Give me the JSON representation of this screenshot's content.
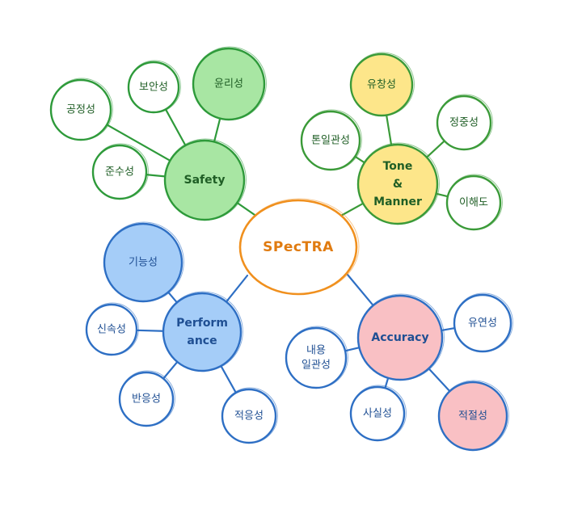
{
  "colors": {
    "green_stroke": "#2e9a3a",
    "green_fill": "#a8e6a3",
    "yellow_stroke": "#3a9a38",
    "yellow_fill": "#fde68a",
    "blue_stroke": "#2e6fc4",
    "blue_fill": "#a5cdf8",
    "pink_fill": "#f9c0c4",
    "orange": "#f0901e",
    "text_green": "#1f5e25",
    "text_blue": "#1f4f93",
    "text_orange": "#e07b10"
  },
  "center": {
    "label": "SPecTRA"
  },
  "groups": [
    {
      "id": "safety",
      "hub": {
        "lines": [
          "Safety"
        ]
      },
      "leaves": [
        {
          "id": "ethics",
          "lines": [
            "윤리성"
          ],
          "filled": true
        },
        {
          "id": "security",
          "lines": [
            "보안성"
          ],
          "filled": false
        },
        {
          "id": "fairness",
          "lines": [
            "공정성"
          ],
          "filled": false
        },
        {
          "id": "compliance",
          "lines": [
            "준수성"
          ],
          "filled": false
        }
      ]
    },
    {
      "id": "tone",
      "hub": {
        "lines": [
          "Tone",
          "&",
          "Manner"
        ]
      },
      "leaves": [
        {
          "id": "fluency",
          "lines": [
            "유창성"
          ],
          "filled": true
        },
        {
          "id": "politeness",
          "lines": [
            "정중성"
          ],
          "filled": false
        },
        {
          "id": "tone-consistency",
          "lines": [
            "톤일관성"
          ],
          "filled": false
        },
        {
          "id": "comprehensibility",
          "lines": [
            "이해도"
          ],
          "filled": false
        }
      ]
    },
    {
      "id": "performance",
      "hub": {
        "lines": [
          "Perform",
          "ance"
        ]
      },
      "leaves": [
        {
          "id": "functionality",
          "lines": [
            "기능성"
          ],
          "filled": true
        },
        {
          "id": "speed",
          "lines": [
            "신속성"
          ],
          "filled": false
        },
        {
          "id": "responsiveness",
          "lines": [
            "반응성"
          ],
          "filled": false
        },
        {
          "id": "adaptability",
          "lines": [
            "적응성"
          ],
          "filled": false
        }
      ]
    },
    {
      "id": "accuracy",
      "hub": {
        "lines": [
          "Accuracy"
        ]
      },
      "leaves": [
        {
          "id": "flexibility",
          "lines": [
            "유연성"
          ],
          "filled": false
        },
        {
          "id": "content-consistency",
          "lines": [
            "내용",
            "일관성"
          ],
          "filled": false
        },
        {
          "id": "factuality",
          "lines": [
            "사실성"
          ],
          "filled": false
        },
        {
          "id": "appropriateness",
          "lines": [
            "적절성"
          ],
          "filled": true
        }
      ]
    }
  ]
}
